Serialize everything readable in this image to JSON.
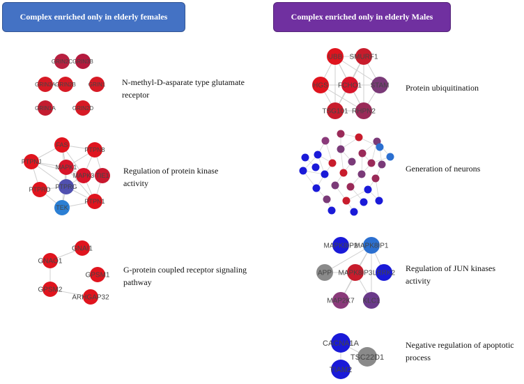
{
  "banners": {
    "left": "Complex enriched only in elderly females",
    "right": "Complex enriched only in elderly Males"
  },
  "complexes": [
    {
      "id": "nmda",
      "label_lines": [
        "N-methyl-D-asparate type glutamate",
        "receptor"
      ],
      "nodes": [
        {
          "name": "GRIN2C",
          "color": "#b82040"
        },
        {
          "name": "GRIN3B",
          "color": "#b51a3e"
        },
        {
          "name": "GRIN3A",
          "color": "#d71a25"
        },
        {
          "name": "GRIN2B",
          "color": "#d71a25"
        },
        {
          "name": "GRIN1",
          "color": "#d71a25"
        },
        {
          "name": "GRIN1A",
          "color": "#c31c30"
        },
        {
          "name": "GRIN2D",
          "color": "#d71a25"
        }
      ],
      "edges": []
    },
    {
      "id": "kinase",
      "label_lines": [
        "Regulation of protein kinase",
        "activity"
      ],
      "nodes": [
        {
          "name": "FAS",
          "color": "#e0141e"
        },
        {
          "name": "PTPN8",
          "color": "#e0141e"
        },
        {
          "name": "PTPNJ",
          "color": "#e0141e"
        },
        {
          "name": "MAPK1",
          "color": "#d8142a"
        },
        {
          "name": "MAPK3",
          "color": "#d8142a"
        },
        {
          "name": "TIE1",
          "color": "#c8182e"
        },
        {
          "name": "PTPRG",
          "color": "#5050b0"
        },
        {
          "name": "PTPRO",
          "color": "#e0141e"
        },
        {
          "name": "PTPN1",
          "color": "#e0141e"
        },
        {
          "name": "TEK",
          "color": "#2b7fd4"
        }
      ],
      "edges": [
        [
          0,
          1
        ],
        [
          0,
          2
        ],
        [
          0,
          3
        ],
        [
          0,
          4
        ],
        [
          0,
          6
        ],
        [
          1,
          3
        ],
        [
          1,
          4
        ],
        [
          1,
          5
        ],
        [
          2,
          3
        ],
        [
          2,
          6
        ],
        [
          2,
          7
        ],
        [
          3,
          4
        ],
        [
          3,
          6
        ],
        [
          3,
          8
        ],
        [
          4,
          5
        ],
        [
          4,
          6
        ],
        [
          4,
          8
        ],
        [
          5,
          8
        ],
        [
          6,
          7
        ],
        [
          6,
          8
        ],
        [
          6,
          9
        ],
        [
          7,
          9
        ],
        [
          8,
          9
        ],
        [
          3,
          9
        ],
        [
          2,
          4
        ]
      ]
    },
    {
      "id": "gpcr",
      "label_lines": [
        "G-protein coupled receptor signaling",
        "pathway"
      ],
      "nodes": [
        {
          "name": "GNAI1",
          "color": "#e0141e"
        },
        {
          "name": "GNAO1",
          "color": "#e0141e"
        },
        {
          "name": "GPSM1",
          "color": "#e0141e"
        },
        {
          "name": "GPSM2",
          "color": "#e0141e"
        },
        {
          "name": "ARHGAP32",
          "color": "#e0141e"
        }
      ],
      "edges": [
        [
          0,
          1
        ],
        [
          1,
          3
        ],
        [
          3,
          4
        ]
      ]
    },
    {
      "id": "ubiq",
      "label_lines": [
        "Protein ubiquitination"
      ],
      "nodes": [
        {
          "name": "UBB",
          "color": "#e0141e"
        },
        {
          "name": "SMURF1",
          "color": "#c81c2c"
        },
        {
          "name": "HGS",
          "color": "#e0141e"
        },
        {
          "name": "FCHO1",
          "color": "#d8142a"
        },
        {
          "name": "STAM",
          "color": "#7a3a78"
        },
        {
          "name": "TSG101",
          "color": "#c81c2c"
        },
        {
          "name": "RHPN2",
          "color": "#9a2a58"
        }
      ],
      "edges": [
        [
          0,
          1
        ],
        [
          0,
          2
        ],
        [
          0,
          3
        ],
        [
          0,
          4
        ],
        [
          0,
          5
        ],
        [
          0,
          6
        ],
        [
          1,
          3
        ],
        [
          1,
          4
        ],
        [
          2,
          3
        ],
        [
          2,
          5
        ],
        [
          3,
          4
        ],
        [
          3,
          5
        ],
        [
          3,
          6
        ],
        [
          4,
          6
        ],
        [
          5,
          6
        ],
        [
          1,
          6
        ],
        [
          2,
          6
        ],
        [
          1,
          5
        ]
      ]
    },
    {
      "id": "neurons",
      "label_lines": [
        "Generation of neurons"
      ]
    },
    {
      "id": "jun",
      "label_lines": [
        "Regulation of JUN kinases",
        "activity"
      ],
      "nodes": [
        {
          "name": "MAPK8IP2",
          "color": "#1a1ad8"
        },
        {
          "name": "MAPK8IP1",
          "color": "#2b6fd0"
        },
        {
          "name": "APP",
          "color": "#8a8a8a"
        },
        {
          "name": "MAPK8IP3",
          "color": "#c81c2c"
        },
        {
          "name": "LRRK2",
          "color": "#1a1ad8"
        },
        {
          "name": "MAP2K7",
          "color": "#8a3a7a"
        },
        {
          "name": "KLC1",
          "color": "#6a3a8a"
        }
      ],
      "edges": [
        [
          1,
          2
        ],
        [
          1,
          3
        ],
        [
          1,
          4
        ],
        [
          1,
          5
        ],
        [
          1,
          6
        ],
        [
          2,
          3
        ],
        [
          3,
          5
        ],
        [
          3,
          6
        ],
        [
          0,
          1
        ]
      ]
    },
    {
      "id": "apoptotic",
      "label_lines": [
        "Negative regulation of apoptotic",
        "process"
      ],
      "nodes": [
        {
          "name": "CACNA1A",
          "color": "#1a1ad8"
        },
        {
          "name": "TSC22D1",
          "color": "#8a8a8a"
        },
        {
          "name": "TIAM2",
          "color": "#1a1ad8"
        }
      ],
      "edges": [
        [
          0,
          1
        ],
        [
          0,
          2
        ]
      ]
    }
  ]
}
